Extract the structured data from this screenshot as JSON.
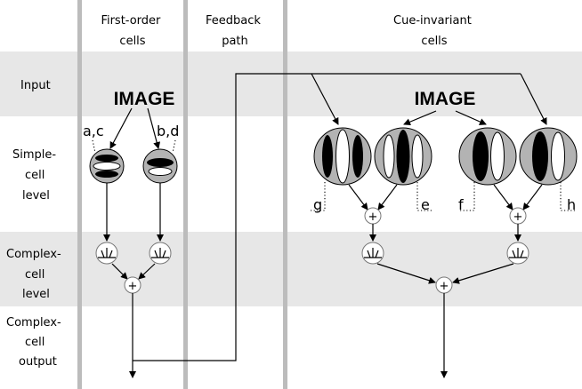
{
  "headers": {
    "first_order": [
      "First-order",
      "cells"
    ],
    "feedback": [
      "Feedback",
      "path"
    ],
    "cue_invariant": [
      "Cue-invariant",
      "cells"
    ]
  },
  "rows": {
    "input": [
      "Input"
    ],
    "simple": [
      "Simple-",
      "cell",
      "level"
    ],
    "complex": [
      "Complex-",
      "cell",
      "level"
    ],
    "output": [
      "Complex-",
      "cell",
      "output"
    ]
  },
  "image_left": "IMAGE",
  "image_right": "IMAGE",
  "filters": {
    "left_a": "a,c",
    "left_b": "b,d",
    "g": "g",
    "e": "e",
    "f": "f",
    "h": "h"
  },
  "symbols": {
    "sum": "+"
  }
}
